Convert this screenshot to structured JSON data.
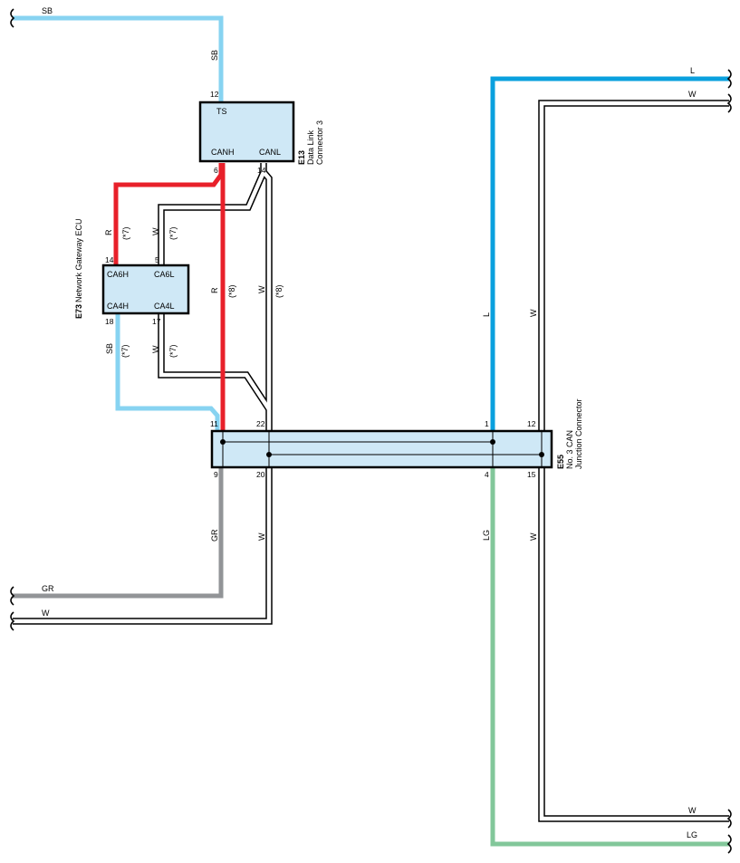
{
  "colors": {
    "SB": "#87d3f1",
    "R": "#e8202a",
    "GR": "#929497",
    "L": "#0aa0de",
    "LG": "#82c79a",
    "W": "#ffffff",
    "connector_fill": "#cfe8f6",
    "outline": "#000000"
  },
  "connectors": {
    "e13": {
      "code": "E13",
      "name_line1": "Data Link",
      "name_line2": "Connector 3",
      "labels": {
        "ts": "TS",
        "canh": "CANH",
        "canl": "CANL"
      },
      "pins": {
        "ts": "12",
        "canh": "6",
        "canl": "14"
      }
    },
    "e73": {
      "code": "E73",
      "name": "Network Gateway ECU",
      "labels": {
        "ca6h": "CA6H",
        "ca6l": "CA6L",
        "ca4h": "CA4H",
        "ca4l": "CA4L"
      },
      "pins": {
        "ca6h": "14",
        "ca6l": "5",
        "ca4h": "18",
        "ca4l": "17"
      }
    },
    "e55": {
      "code": "E55",
      "name_line1": "No. 3 CAN",
      "name_line2": "Junction Connector",
      "pins": {
        "p11": "11",
        "p22": "22",
        "p1": "1",
        "p12": "12",
        "p9": "9",
        "p20": "20",
        "p4": "4",
        "p15": "15"
      }
    }
  },
  "wires": {
    "sb_top": "SB",
    "sb_vertical": "SB",
    "r_ecu": "R",
    "r_ecu_note": "(*7)",
    "w_ecu": "W",
    "w_ecu_note": "(*7)",
    "r_main": "R",
    "r_main_note": "(*8)",
    "w_main": "W",
    "w_main_note": "(*8)",
    "sb_lower": "SB",
    "sb_lower_note": "(*7)",
    "w_lower": "W",
    "w_lower_note": "(*7)",
    "l_vertical": "L",
    "w_right_upper": "W",
    "l_top": "L",
    "w_top_right": "W",
    "gr_vertical": "GR",
    "w_left_lower": "W",
    "gr_bottom": "GR",
    "w_bottom_left": "W",
    "lg_vertical": "LG",
    "w_right_lower": "W",
    "w_bottom_right": "W",
    "lg_bottom": "LG"
  }
}
